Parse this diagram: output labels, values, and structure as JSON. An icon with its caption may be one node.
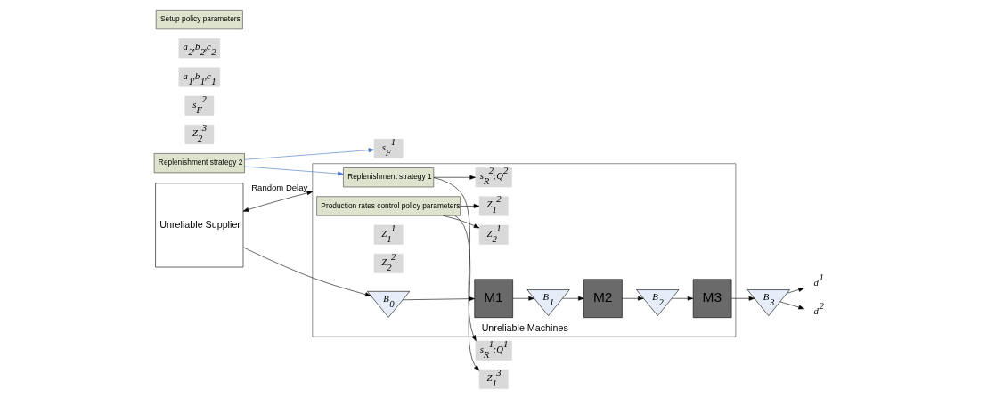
{
  "diagram": {
    "nodes": [
      {
        "text": [
          "Replenishment strategy 2"
        ]
      },
      {
        "text": [
          "Unreliable Supplier"
        ]
      },
      {
        "text": [
          "Unreliable Machines"
        ]
      },
      {
        "text": [
          "Replenishment strategy 1"
        ],
        "in": 2
      },
      {
        "text": [
          "Production rates control policy parameters"
        ],
        "in": 2
      },
      {
        "text": [
          "s$_{R}$$^{1}$;Q$^{1}$"
        ]
      },
      {
        "text": [
          "s$_{R}$$^{2}$;Q$^{2}$"
        ],
        "in": 2
      },
      {
        "text": [
          "Z$_{1}$$^{1}$"
        ],
        "in": 2
      },
      {
        "text": [
          "Z$_{2}$$^{1}$"
        ],
        "in": 2
      },
      {
        "text": [
          "Z$_{1}$$^{2}$"
        ],
        "in": 2
      },
      {
        "text": [
          "Z$_{2}$$^{2}$"
        ],
        "in": 2
      },
      {
        "text": [
          "Z$_{1}$$^{3}$"
        ]
      },
      {
        "text": [
          "Z$_{2}$$^{3}$"
        ]
      },
      {
        "text": [
          "s$_{F}$$^{1}$"
        ]
      },
      {
        "text": [
          "s$_{F}$$^{2}$"
        ]
      },
      {
        "text": [
          "B$_{0}$"
        ],
        "in": 2
      },
      {
        "text": [
          "M1"
        ],
        "in": 2
      },
      {
        "text": [
          "B$_{1}$"
        ],
        "in": 2
      },
      {
        "text": [
          "M2"
        ],
        "in": 2
      },
      {
        "text": [
          "B$_{2}$"
        ],
        "in": 2
      },
      {
        "text": [
          "M3"
        ],
        "in": 2
      },
      {
        "text": [
          "B$_{3}$"
        ]
      },
      {
        "text": [
          "d$^{1}$"
        ]
      },
      {
        "text": [
          "d$^{2}$"
        ]
      },
      {
        "text": [
          "a$_{1}$,b$_{1}$,c$_{1}$"
        ]
      },
      {
        "text": [
          "a$_{2}$,b$_{2}$,c$_{2}$"
        ]
      },
      {
        "text": [
          "Setup policy parameters"
        ]
      }
    ],
    "edges": [
      {
        "from": 0,
        "to": 3,
        "arrow": "to",
        "color": "#4472c4"
      },
      {
        "from": 0,
        "to": 13,
        "arrow": "to",
        "color": "#4472c4"
      },
      {
        "from": 3,
        "to": 5,
        "arrow": "to"
      },
      {
        "from": 3,
        "to": 6,
        "arrow": "to"
      },
      {
        "from": 4,
        "to": 8,
        "arrow": "to"
      },
      {
        "from": 4,
        "to": 9,
        "arrow": "to"
      },
      {
        "from": 4,
        "to": 11,
        "arrow": "to"
      },
      {
        "from": 1,
        "to": 15,
        "arrow": "to"
      },
      {
        "from": 15,
        "to": 16,
        "arrow": "to"
      },
      {
        "from": 16,
        "to": 17,
        "arrow": "to"
      },
      {
        "from": 17,
        "to": 18,
        "arrow": "to"
      },
      {
        "from": 18,
        "to": 19,
        "arrow": "to"
      },
      {
        "from": 19,
        "to": 20,
        "arrow": "to"
      },
      {
        "from": 20,
        "to": 21,
        "arrow": "to"
      },
      {
        "from": 21,
        "to": 22,
        "arrow": "to"
      },
      {
        "from": 21,
        "to": 23,
        "arrow": "to"
      },
      {
        "from": 1,
        "to": 2,
        "arrow": "both",
        "label": "Random Delay"
      }
    ]
  }
}
